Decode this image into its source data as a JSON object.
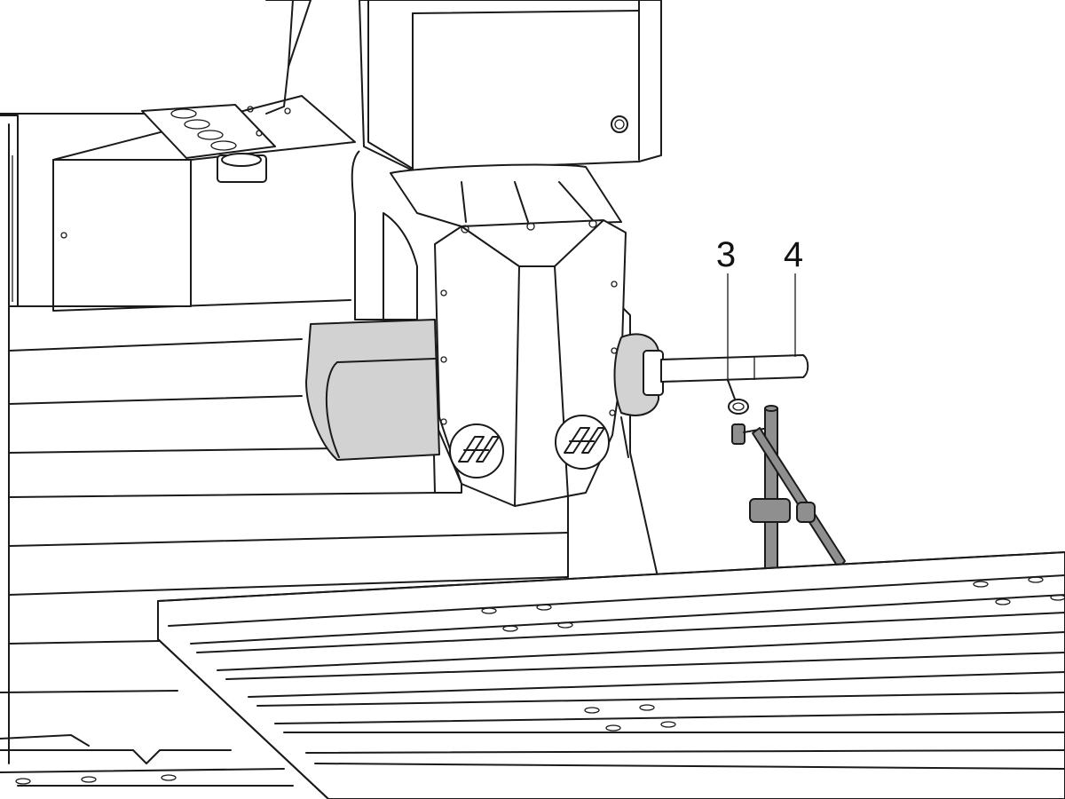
{
  "callouts": [
    {
      "id": "3",
      "label": "3"
    },
    {
      "id": "4",
      "label": "4"
    }
  ],
  "colors": {
    "line": "#1a1a1a",
    "highlight_gray": "#d2d2d2",
    "indicator_base": "#8f8f8f",
    "background": "#ffffff"
  }
}
